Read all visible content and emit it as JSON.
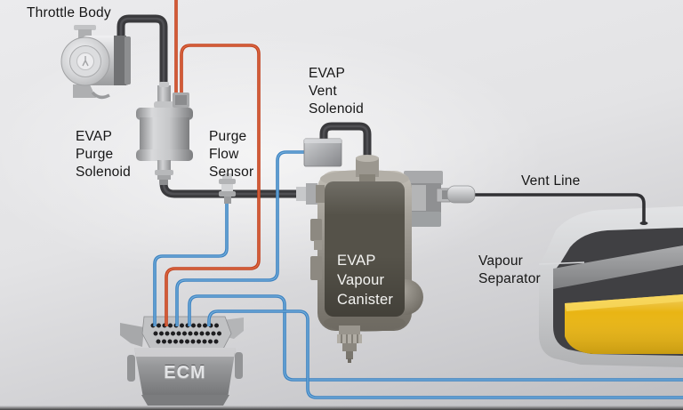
{
  "diagram": {
    "labels": {
      "throttle_body": "Throttle Body",
      "evap_purge_solenoid": "EVAP\nPurge\nSolenoid",
      "purge_flow_sensor": "Purge\nFlow\nSensor",
      "evap_vent_solenoid": "EVAP\nVent\nSolenoid",
      "vent_line": "Vent Line",
      "vapour_separator": "Vapour\nSeparator",
      "evap_vapour_canister": "EVAP\nVapour\nCanister",
      "ecm": "ECM"
    },
    "colors": {
      "hose": "#3a3a3d",
      "vent_line": "#313134",
      "wire_red": "#c2411e",
      "wire_blue": "#3c82c1",
      "fuel_yellow": "#e9b514",
      "canister_face": "#555249",
      "label_text": "#161616",
      "component_text": "#f4f4f2"
    }
  }
}
